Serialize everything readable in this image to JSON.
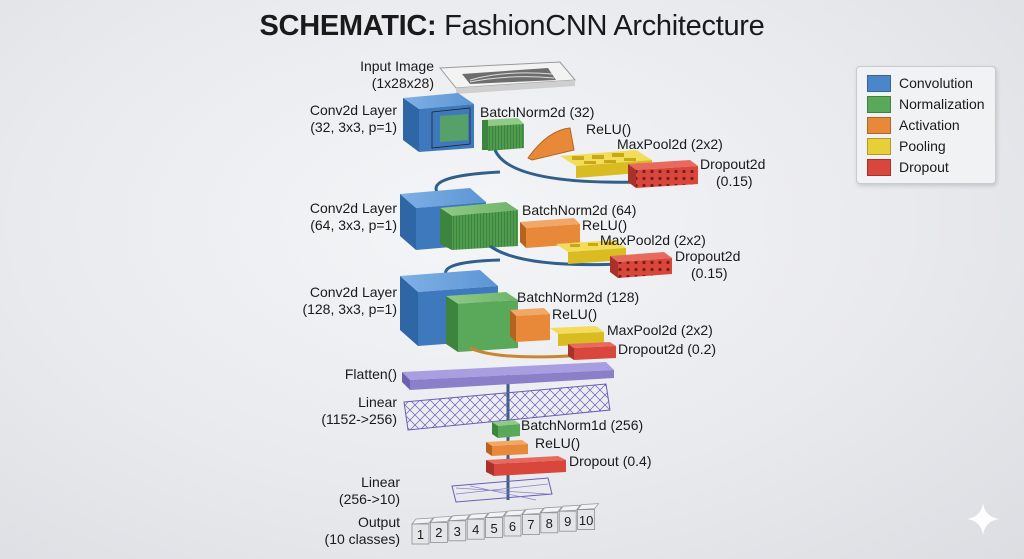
{
  "title": {
    "bold": "SCHEMATIC:",
    "rest": " FashionCNN Architecture"
  },
  "input": {
    "line1": "Input Image",
    "line2": "(1x28x28)"
  },
  "blocks": [
    {
      "conv": {
        "line1": "Conv2d Layer",
        "line2": "(32, 3x3, p=1)"
      },
      "batchnorm": "BatchNorm2d (32)",
      "relu": "ReLU()",
      "maxpool": "MaxPool2d (2x2)",
      "dropout": {
        "line1": "Dropout2d",
        "line2": "(0.15)"
      }
    },
    {
      "conv": {
        "line1": "Conv2d Layer",
        "line2": "(64, 3x3, p=1)"
      },
      "batchnorm": "BatchNorm2d (64)",
      "relu": "ReLU()",
      "maxpool": "MaxPool2d (2x2)",
      "dropout": {
        "line1": "Dropout2d",
        "line2": "(0.15)"
      }
    },
    {
      "conv": {
        "line1": "Conv2d Layer",
        "line2": "(128, 3x3, p=1)"
      },
      "batchnorm": "BatchNorm2d (128)",
      "relu": "ReLU()",
      "maxpool": "MaxPool2d (2x2)",
      "dropout": {
        "line1": "Dropout2d (0.2)",
        "line2": ""
      }
    }
  ],
  "flatten": "Flatten()",
  "linear1": {
    "line1": "Linear",
    "line2": "(1152->256)"
  },
  "batchnorm1d": "BatchNorm1d (256)",
  "relu_fc": "ReLU()",
  "dropout_fc": "Dropout (0.4)",
  "linear2": {
    "line1": "Linear",
    "line2": "(256->10)"
  },
  "output": {
    "line1": "Output",
    "line2": "(10 classes)",
    "classes": [
      "1",
      "2",
      "3",
      "4",
      "5",
      "6",
      "7",
      "8",
      "9",
      "10"
    ]
  },
  "legend": [
    {
      "label": "Convolution",
      "color": "#4a86c8"
    },
    {
      "label": "Normalization",
      "color": "#5aa85a"
    },
    {
      "label": "Activation",
      "color": "#e8893a"
    },
    {
      "label": "Pooling",
      "color": "#e8cf3a"
    },
    {
      "label": "Dropout",
      "color": "#d9463b"
    }
  ],
  "colors": {
    "conv": "#4a86c8",
    "norm": "#5aa85a",
    "act": "#e8893a",
    "pool": "#e8cf3a",
    "drop": "#d9463b",
    "flatten": "#8c7fc9",
    "linear": "#7c6bc4",
    "connector": "#2f5f8a"
  }
}
